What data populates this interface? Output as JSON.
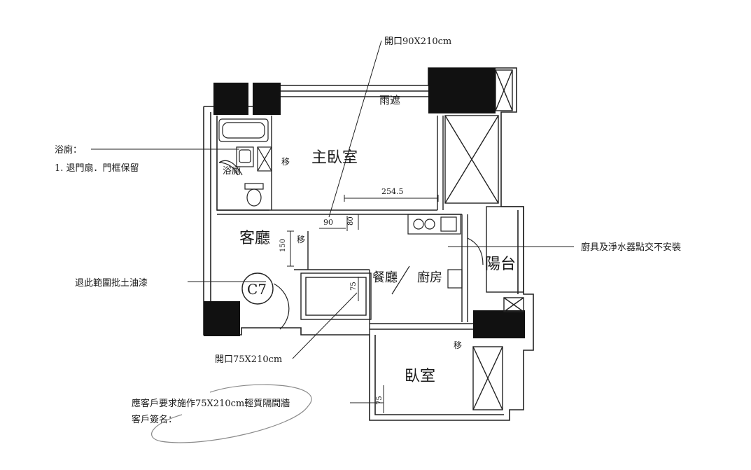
{
  "rooms": {
    "master_bedroom": "主臥室",
    "living_room": "客廳",
    "dining_room": "餐廳",
    "kitchen": "廚房",
    "balcony": "陽台",
    "bedroom": "臥室",
    "bathroom": "浴廁",
    "rain_shelter": "雨遮"
  },
  "tags": {
    "unit_code": "C7",
    "move_bath": "移",
    "move_living": "移",
    "move_balcony": "移"
  },
  "dimensions": {
    "width_254": "254.5",
    "opening_90": "90",
    "depth_80": "80",
    "height_150": "150",
    "depth_75": "75",
    "depth_bedroom": "75"
  },
  "notes": {
    "opening_top": "開口90X210cm",
    "bathroom_title": "浴廁：",
    "bathroom_item": "1. 退門扇．門框保留",
    "paint_area": "退此範圍批土油漆",
    "opening_bottom": "開口75X210cm",
    "kitchen_note": "廚具及淨水器點交不安裝",
    "client_request": "應客戶要求施作75X210cm輕質隔間牆",
    "client_signature": "客戶簽名："
  }
}
